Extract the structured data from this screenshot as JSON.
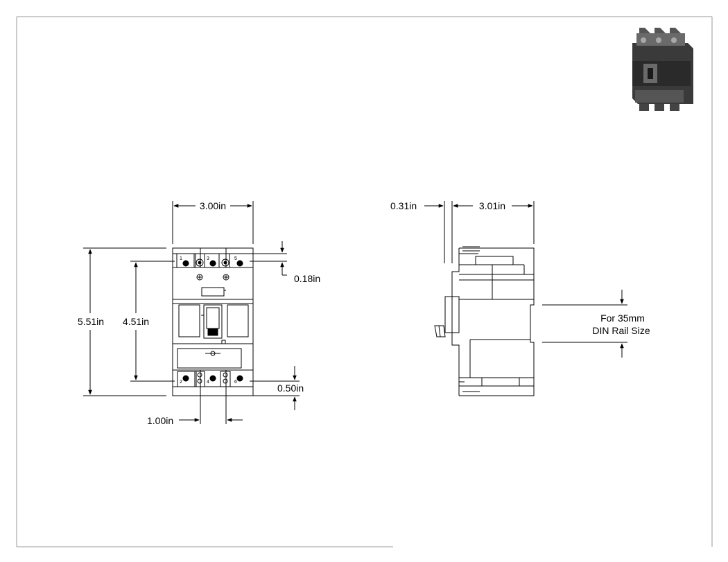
{
  "dimensions": {
    "width_front": "3.00in",
    "height_overall": "5.51in",
    "height_terminals": "4.51in",
    "top_offset": "0.18in",
    "bottom_offset": "0.50in",
    "terminal_pitch": "1.00in",
    "side_protrusion": "0.31in",
    "depth": "3.01in"
  },
  "din_rail_note": {
    "line1": "For 35mm",
    "line2": "DIN Rail Size"
  },
  "terminals": {
    "top": [
      "1",
      "3",
      "5"
    ],
    "bottom": [
      "2",
      "4",
      "6"
    ]
  },
  "colors": {
    "line": "#000000",
    "border": "#9a9a9a",
    "product_dark": "#3a3a3a",
    "product_mid": "#6a6a6a",
    "product_light": "#a8a8a8"
  }
}
